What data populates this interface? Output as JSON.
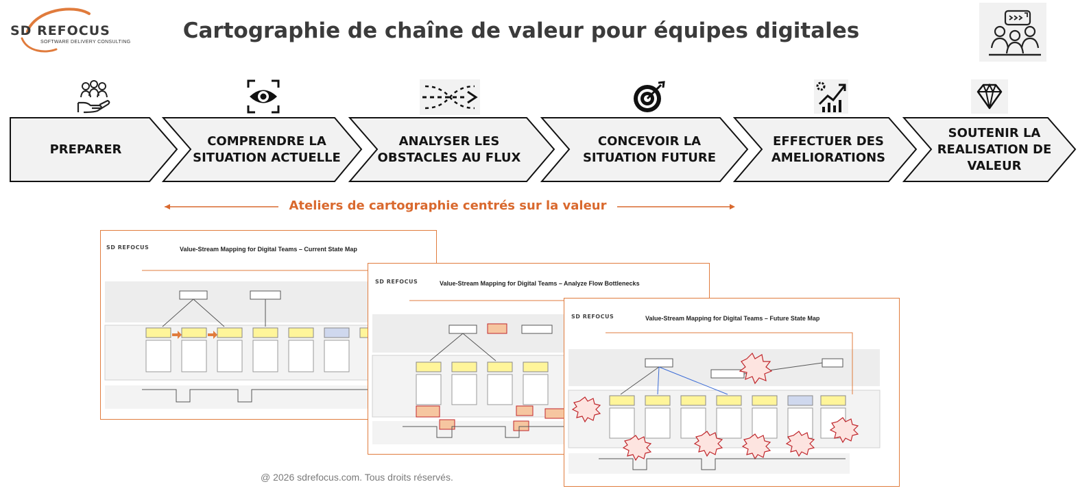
{
  "header": {
    "logo_text": "SD REFOCUS",
    "logo_tagline": "SOFTWARE DELIVERY CONSULTING",
    "title": "Cartographie de chaîne de valeur pour équipes digitales"
  },
  "phases": [
    {
      "line1": "PREPARER",
      "line2": "",
      "line3": "",
      "icon": "people-hand-icon"
    },
    {
      "line1": "COMPRENDRE LA",
      "line2": "SITUATION ACTUELLE",
      "line3": "",
      "icon": "eye-scan-icon"
    },
    {
      "line1": "ANALYSER LES",
      "line2": "OBSTACLES AU FLUX",
      "line3": "",
      "icon": "flow-arrows-icon"
    },
    {
      "line1": "CONCEVOIR LA",
      "line2": "SITUATION FUTURE",
      "line3": "",
      "icon": "target-icon"
    },
    {
      "line1": "EFFECTUER DES",
      "line2": "AMELIORATIONS",
      "line3": "",
      "icon": "growth-chart-icon"
    },
    {
      "line1": "SOUTENIR LA",
      "line2": "REALISATION DE",
      "line3": "VALEUR",
      "icon": "diamond-icon"
    }
  ],
  "workshop_label": "Ateliers de cartographie centrés sur la valeur",
  "maps": [
    {
      "title": "Value-Stream Mapping for Digital Teams – Current State Map"
    },
    {
      "title": "Value-Stream Mapping for Digital Teams – Analyze Flow Bottlenecks"
    },
    {
      "title": "Value-Stream Mapping for Digital Teams – Future State Map"
    }
  ],
  "footer": "@ 2026 sdrefocus.com. Tous droits réservés.",
  "colors": {
    "accent_orange": "#d9692e",
    "chevron_fill": "#f2f2f2",
    "process_yellow": "#fff59a",
    "approve_blue": "#cfd8ee",
    "burst_red": "#c0262b"
  }
}
